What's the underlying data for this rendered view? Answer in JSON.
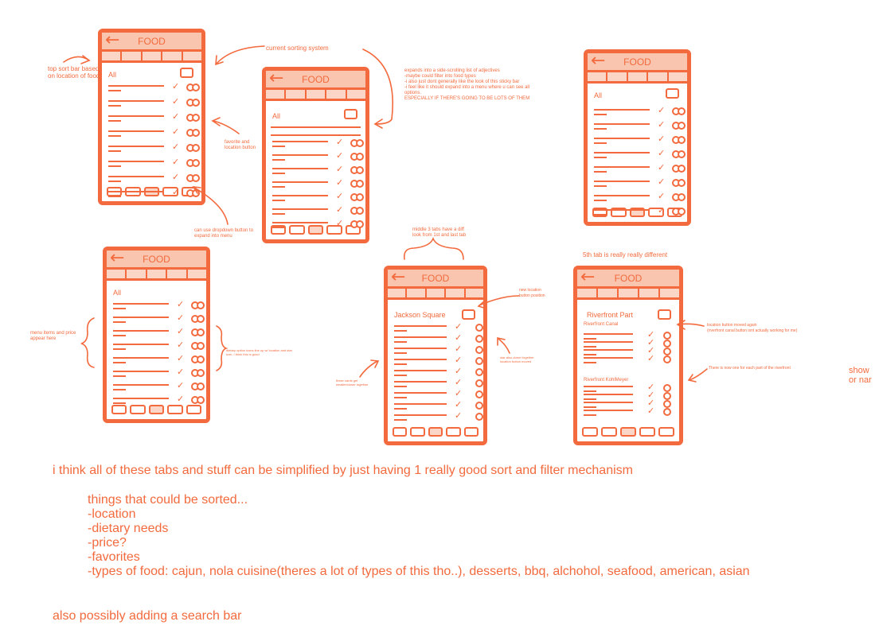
{
  "phone_title": "FOOD",
  "all_label": "All",
  "jackson_label": "Jackson Square",
  "riverfront_title": "Riverfront Part",
  "riverfront_canal": "Riverfront Canal",
  "riverfront_kohl": "Riverfront KohlMeyer",
  "annotations": {
    "top_sort": "top sort bar based on location of food",
    "current_sorting": "current sorting system",
    "expands": "expands into a side-scrolling list of adjectives\n-maybe could filter into food types\n-i also just dont generally like the look of this sticky bar\n-i feel like it should expand into a menu where u can see all options.\nESPECIALLY IF THERE'S GOING TO BE LOTS OF THEM",
    "favorite": "favorite and location button",
    "dropdown": "can use dropdown button to expand into menu",
    "menu_items": "menu items and price appear here",
    "dietary": "dietary option icons line up w/ location and star icon. I think this is good",
    "middle_tabs": "middle 3 tabs have a diff look from 1st and last tab",
    "fifth_tab": "5th tab is really really different",
    "new_location": "new location button position",
    "star_closer": "star also closer together location button moved",
    "cards_smaller": "these cards get smaller/closer together",
    "location_moved": "location button moved again\n(riverfront canal button isnt actually working for me)",
    "one_each": "There is now one for each part of the riverfront",
    "show_cut": "show\nor nar"
  },
  "summary": "i think all of these tabs and stuff can be simplified by just having 1 really good sort and filter mechanism",
  "sorted_list": [
    "things that could be sorted...",
    "-location",
    "-dietary needs",
    "-price?",
    "-favorites",
    "-types of food: cajun, nola cuisine(theres a lot of types of this tho..), desserts, bbq, alchohol, seafood, american, asian"
  ],
  "search_bar": "also possibly adding a search bar",
  "accent_color": "#f26a3d"
}
